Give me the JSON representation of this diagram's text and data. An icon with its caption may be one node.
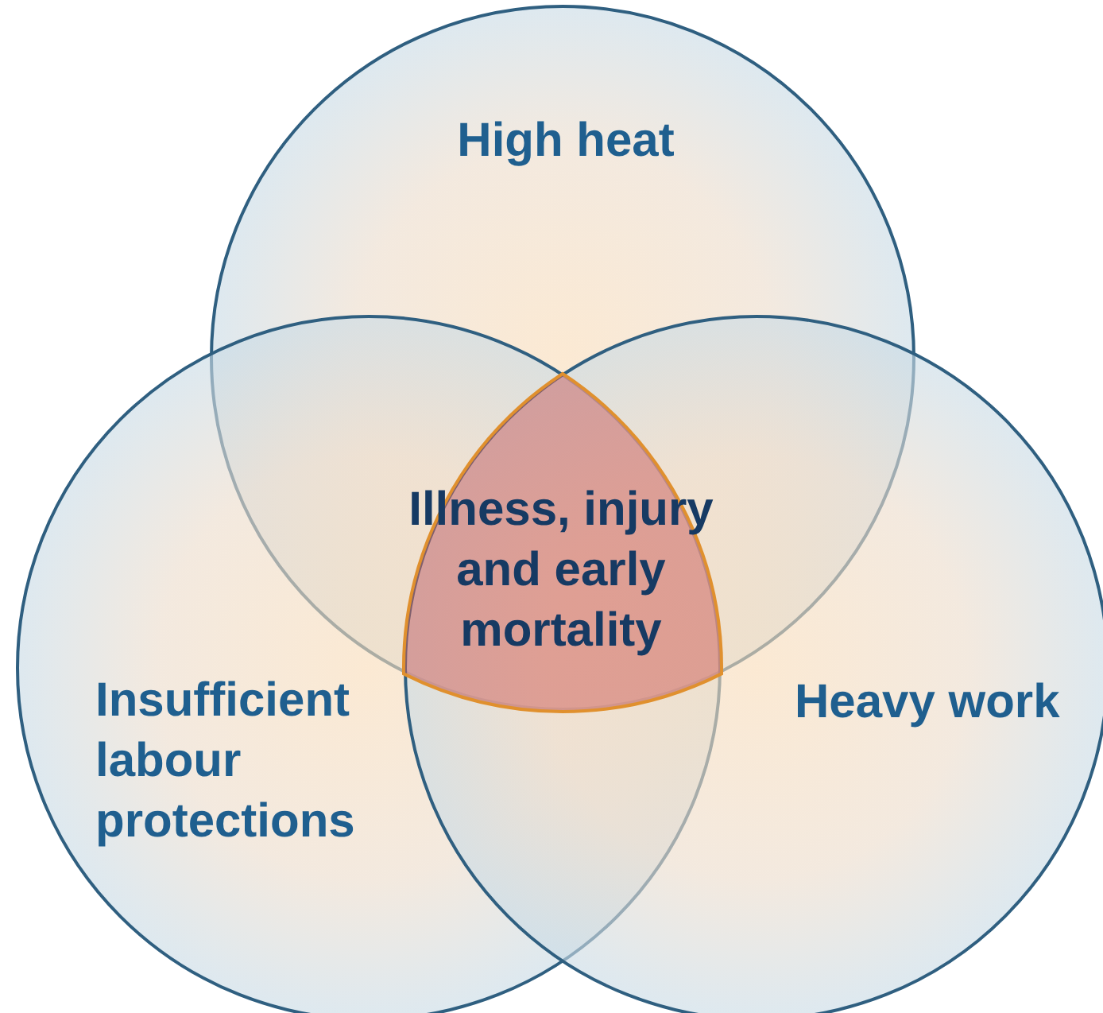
{
  "diagram": {
    "nodes": [
      {
        "text": [
          "High heat"
        ]
      },
      {
        "text": [
          "Insufficient labour protections"
        ]
      },
      {
        "text": [
          "Heavy work"
        ]
      },
      {
        "text": [
          "Illness, injury and early mortality"
        ]
      }
    ]
  }
}
